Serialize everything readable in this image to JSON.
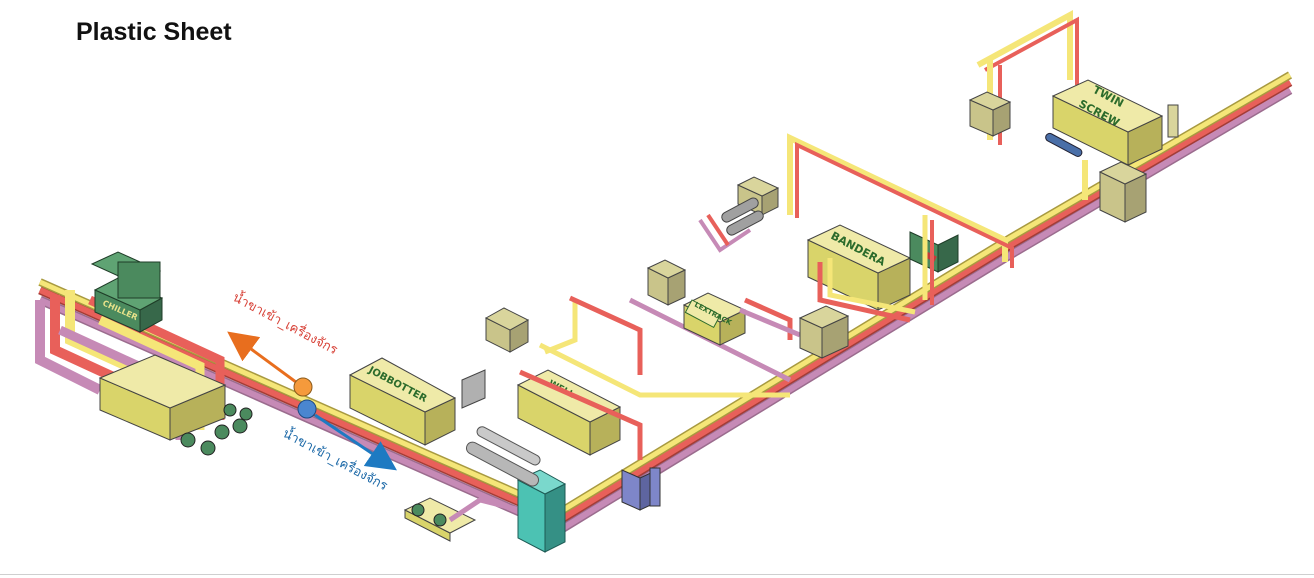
{
  "title": "Plastic Sheet",
  "labels": {
    "chiller": "CHILLER",
    "jobbotter": "JOBBOTTER",
    "tdb": "WELL",
    "lextrack": "LEXTRACK",
    "bandera": "BANDERA",
    "twin_screw_1": "TWIN",
    "twin_screw_2": "SCREW"
  },
  "flow": {
    "return_line": "น้ำขาเข้า_เครื่องจักร",
    "supply_line": "น้ำขาเข้า_เครื่องจักร"
  },
  "colors": {
    "pipe_yellow": "#f5e678",
    "pipe_red": "#e8605a",
    "pipe_pink": "#c68ab6",
    "box_cream": "#efeaa8",
    "box_side": "#c9c48a",
    "chiller_green": "#4b8a5e",
    "panel_blue": "#7e86c9",
    "teal": "#4cc2b3",
    "return_arrow": "#e86e1e",
    "supply_arrow": "#1e7ac2",
    "return_dot": "#f59a3c",
    "supply_dot": "#4a86d0",
    "label_green": "#2b6b2b"
  }
}
